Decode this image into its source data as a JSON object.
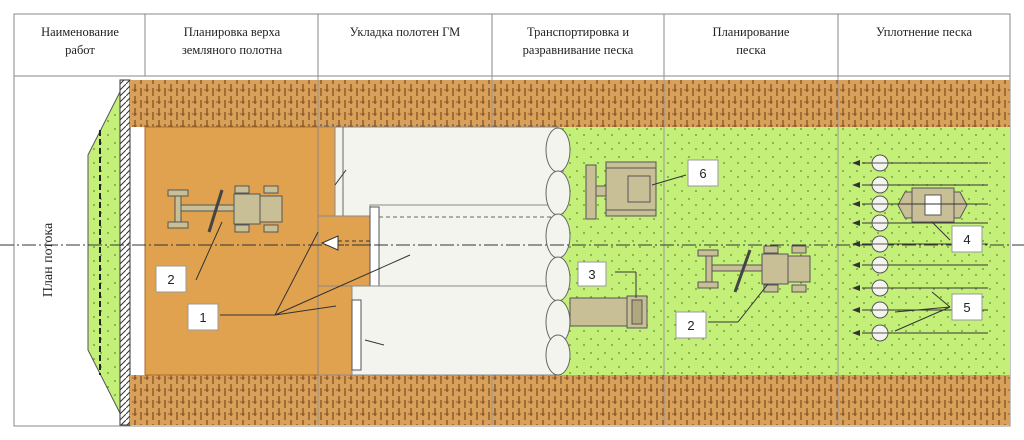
{
  "headers": {
    "col0": [
      "Наименование",
      "работ"
    ],
    "col1": [
      "Планировка верха",
      "земляного полотна"
    ],
    "col2": [
      "Укладка полотен ГМ"
    ],
    "col3": [
      "Транспортировка и",
      "разравнивание песка"
    ],
    "col4": [
      "Планирование",
      "песка"
    ],
    "col5": [
      "Уплотнение песка"
    ]
  },
  "side_label": "План потока",
  "callouts": [
    "1",
    "2",
    "3",
    "6",
    "2",
    "4",
    "5"
  ],
  "colors": {
    "soil": "#d9a05a",
    "soil_hatch": "#7a4a20",
    "ground": "#e0a24f",
    "sand": "#c4f07a",
    "sand_dots": "#8bc34a",
    "machine": "#c9bf97",
    "machine_stroke": "#555555",
    "roll": "#f2f2ec",
    "line": "#444444"
  }
}
